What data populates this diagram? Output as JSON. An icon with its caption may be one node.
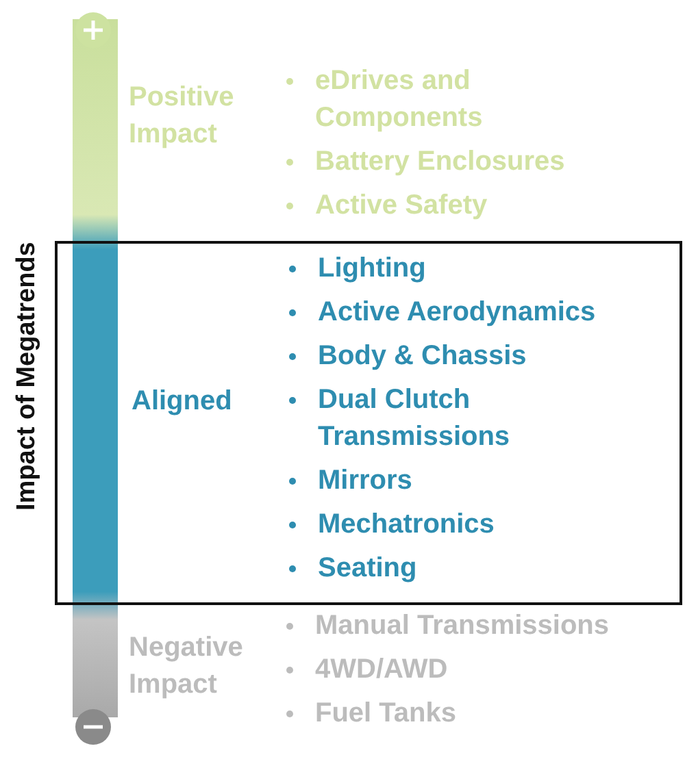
{
  "diagram": {
    "nodes": [
      {
        "text": [],
        "shape": "bar"
      },
      {
        "text": [
          "Positive Impact",
          "eDrives and Components",
          "Battery Enclosures",
          "Active Safety"
        ]
      },
      {
        "text": [
          "Aligned",
          "Lighting",
          "Active Aerodynamics",
          "Body & Chassis",
          "Dual Clutch Transmissions",
          "Mirrors",
          "Mechatronics",
          "Seating"
        ]
      },
      {
        "text": [
          "Negative Impact",
          "Manual Transmissions",
          "4WD/AWD",
          "Fuel Tanks"
        ]
      }
    ],
    "labels": [
      "Impact of Megatrends"
    ]
  }
}
